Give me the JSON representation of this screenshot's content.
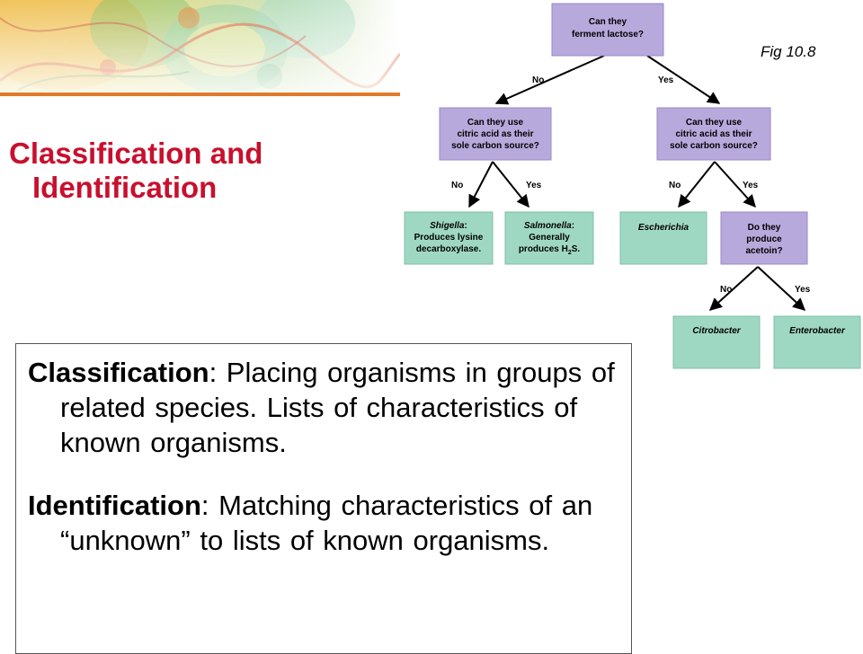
{
  "slide": {
    "title_line1": "Classification and",
    "title_line2": "Identification",
    "figure_label": "Fig 10.8"
  },
  "flowchart": {
    "nodes": {
      "lactose": [
        "Can they",
        "ferment lactose?"
      ],
      "citric_left": [
        "Can they use",
        "citric acid as their",
        "sole carbon source?"
      ],
      "citric_right": [
        "Can they use",
        "citric acid as their",
        "sole carbon source?"
      ],
      "acetoin": [
        "Do they",
        "produce",
        "acetoin?"
      ]
    },
    "leaves": {
      "shigella": {
        "name": "Shigella",
        "rest": [
          ":",
          "Produces lysine",
          "decarboxylase."
        ]
      },
      "salmonella": {
        "name": "Salmonella",
        "rest": [
          ":",
          "Generally",
          "produces H"
        ],
        "sub": "2",
        "tail": "S."
      },
      "escherichia": {
        "name": "Escherichia"
      },
      "citrobacter": {
        "name": "Citrobacter"
      },
      "enterobacter": {
        "name": "Enterobacter"
      }
    },
    "branches": {
      "no": "No",
      "yes": "Yes"
    },
    "colors": {
      "question": "#b8a9dc",
      "question_border": "#9a89c6",
      "result": "#9fd8c2",
      "result_border": "#7cc0a8"
    }
  },
  "definitions": {
    "classification_term": "Classification",
    "classification_text": ": Placing organisms in groups of related species. Lists of characteristics of known organisms.",
    "identification_term": "Identification",
    "identification_text": ": Matching characteristics of an “unknown” to lists of known organisms."
  }
}
